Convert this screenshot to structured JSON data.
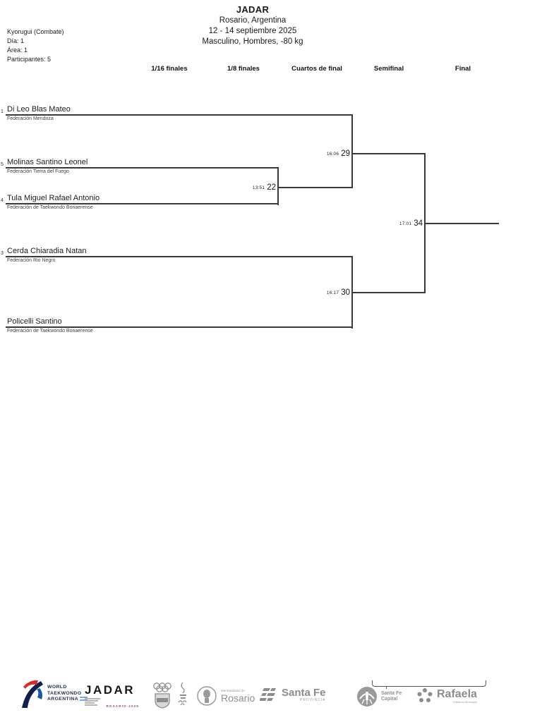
{
  "header": {
    "title": "JADAR",
    "location": "Rosario, Argentina",
    "dates": "12 - 14 septiembre 2025",
    "category": "Masculino, Hombres, -80 kg"
  },
  "event_info": {
    "discipline": "Kyorugui (Combate)",
    "day": "Día: 1",
    "area": "Área: 1",
    "participants": "Participantes: 5"
  },
  "rounds": [
    {
      "label": "1/16 finales"
    },
    {
      "label": "1/8 finales"
    },
    {
      "label": "Cuartos de final"
    },
    {
      "label": "Semifinal"
    },
    {
      "label": "Final"
    }
  ],
  "bracket": {
    "entrants": [
      {
        "seed": "1",
        "name": "Di Leo Blas Mateo",
        "club": "Federación Mendoza"
      },
      {
        "seed": "5",
        "name": "Molinas Santino Leonel",
        "club": "Federación Tierra del Fuego"
      },
      {
        "seed": "4",
        "name": "Tula Miguel Rafael Antonio",
        "club": "Federación de Taekwondo Bonaerense"
      },
      {
        "seed": "3",
        "name": "Cerda Chiaradia Natan",
        "club": "Federación Rio Negro"
      },
      {
        "seed": "",
        "name": "Policelli Santino",
        "club": "Federación de Taekwondo Bonaerense"
      }
    ],
    "matches": [
      {
        "time": "13:51",
        "number": "22"
      },
      {
        "time": "16:06",
        "number": "29"
      },
      {
        "time": "16:17",
        "number": "30"
      },
      {
        "time": "17:01",
        "number": "34"
      }
    ]
  },
  "footer": {
    "wt_argentina": {
      "line1": "WORLD",
      "line2": "TAEKWONDO",
      "line3": "ARGENTINA"
    },
    "jadar": {
      "title": "JADAR",
      "subtitle": "ROSARIO 2025"
    },
    "rosario": {
      "top": "Municipalidad de",
      "main": "Rosario"
    },
    "santafe_provincia": {
      "main": "Santa Fe",
      "sub": "PROVINCIA"
    },
    "santafe_capital": {
      "line1": "Santa Fe",
      "line2": "Capital"
    },
    "rafaela": {
      "main": "Rafaela",
      "sub": "Gobierno Municipal"
    }
  },
  "colors": {
    "bracket_line": "#3a3a3a",
    "text": "#1a1a1a",
    "logo_gray": "#8f8f8f",
    "wt_navy": "#1b2b4f",
    "jadar_red": "#9e4848"
  }
}
